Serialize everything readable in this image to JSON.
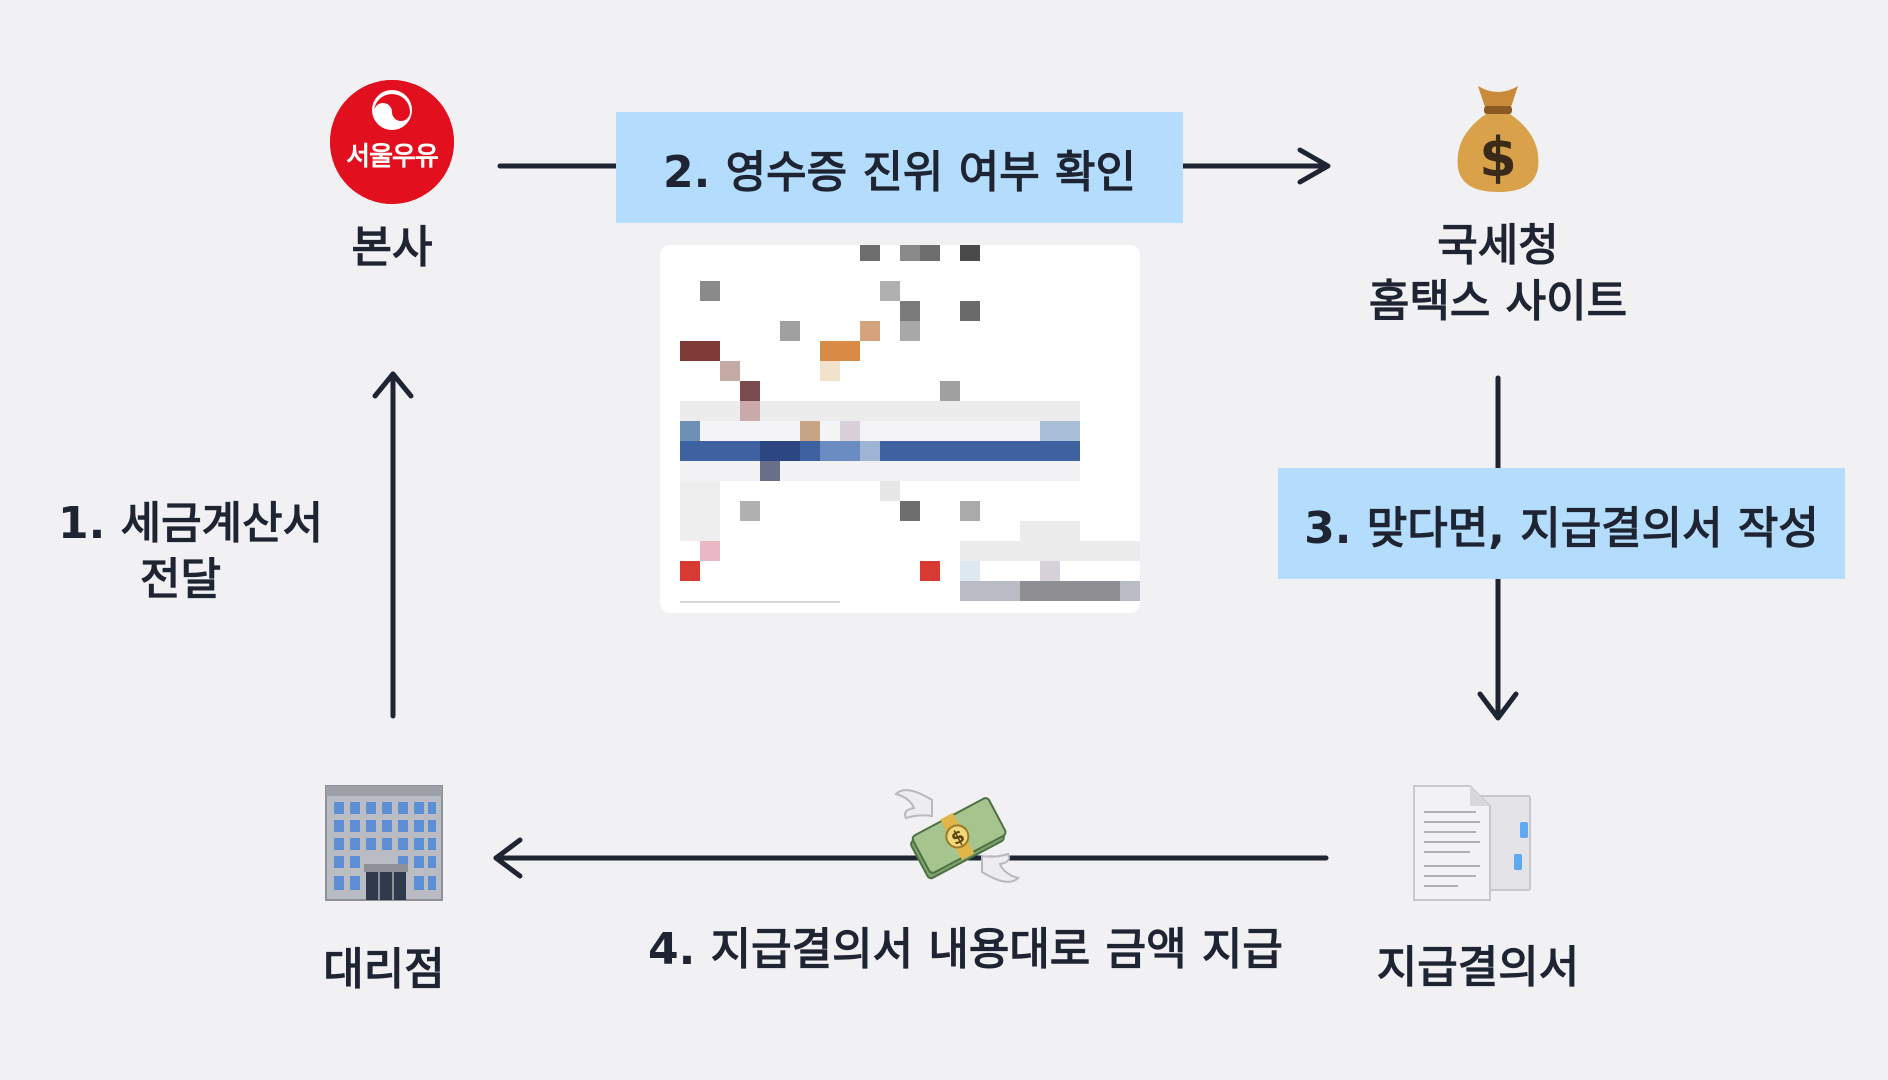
{
  "nodes": {
    "hq": {
      "label": "본사",
      "logo_text": "서울우유",
      "logo_color": "#e2101e"
    },
    "nts": {
      "line1": "국세청",
      "line2": "홈택스 사이트",
      "icon": "money-bag-icon"
    },
    "approval": {
      "label": "지급결의서",
      "icon": "documents-icon"
    },
    "agency": {
      "label": "대리점",
      "icon": "office-building-icon"
    }
  },
  "steps": {
    "step1": {
      "line1": "1. 세금계산서",
      "line2": "전달"
    },
    "step2": {
      "label": "2. 영수증 진위 여부 확인"
    },
    "step3": {
      "label": "3. 맞다면, 지급결의서 작성"
    },
    "step4": {
      "label": "4. 지급결의서 내용대로 금액 지급",
      "icon": "money-with-wings-icon"
    }
  },
  "colors": {
    "background": "#f1f1f4",
    "step_highlight": "#b3dcfd",
    "arrow": "#1f2433",
    "text": "#1f2433"
  }
}
